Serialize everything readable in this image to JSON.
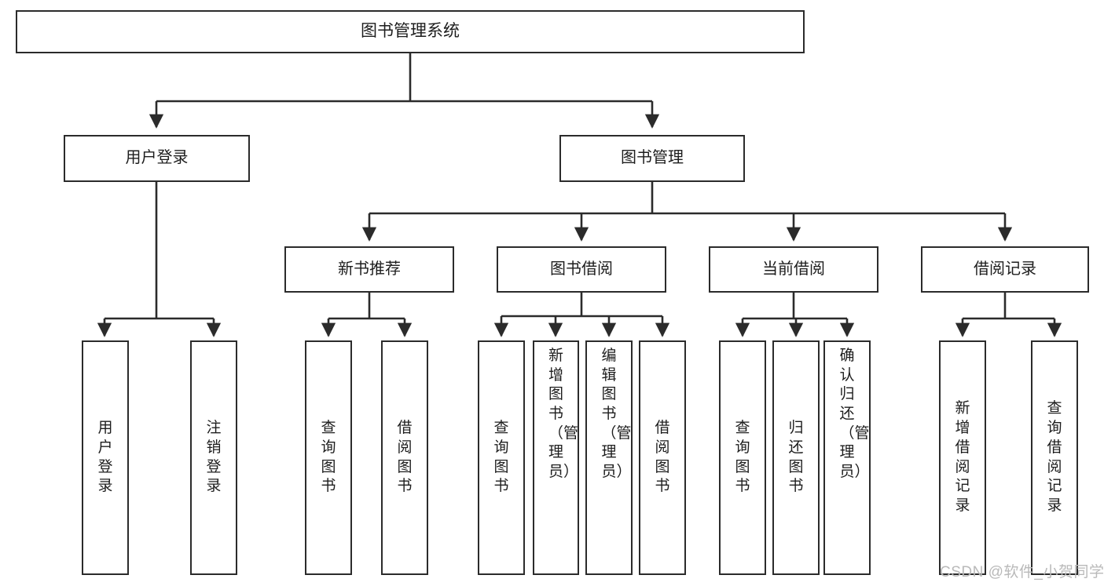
{
  "diagram": {
    "title": "图书管理系统",
    "watermark": "CSDN @软件_小贺同学",
    "line_color": "#2b2b2b",
    "box_fill": "#ffffff",
    "text_color": "#1d1d1d",
    "watermark_color": "#b9b9b9"
  },
  "root": {
    "label": "图书管理系统"
  },
  "level1": [
    {
      "label": "用户登录"
    },
    {
      "label": "图书管理"
    }
  ],
  "level2": [
    {
      "label": "新书推荐"
    },
    {
      "label": "图书借阅"
    },
    {
      "label": "当前借阅"
    },
    {
      "label": "借阅记录"
    }
  ],
  "leaves": {
    "user_login": [
      {
        "label": "用户登录",
        "fill": false
      },
      {
        "label": "注销登录",
        "fill": false
      }
    ],
    "new_book": [
      {
        "label": "查询图书",
        "fill": false
      },
      {
        "label": "借阅图书",
        "fill": false
      }
    ],
    "book_borrow": [
      {
        "label": "查询图书",
        "fill": false
      },
      {
        "label": "新增图书（管理员）",
        "fill": true
      },
      {
        "label": "编辑图书（管理员）",
        "fill": true
      },
      {
        "label": "借阅图书",
        "fill": false
      }
    ],
    "current_borrow": [
      {
        "label": "查询图书",
        "fill": false
      },
      {
        "label": "归还图书",
        "fill": false
      },
      {
        "label": "确认归还（管理员）",
        "fill": true
      }
    ],
    "borrow_record": [
      {
        "label": "新增借阅记录",
        "fill": false
      },
      {
        "label": "查询借阅记录",
        "fill": false
      }
    ]
  }
}
